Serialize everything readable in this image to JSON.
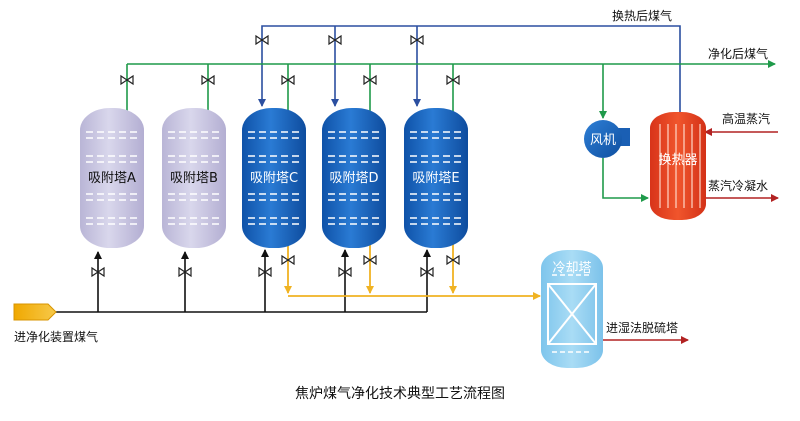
{
  "diagram": {
    "caption": "焦炉煤气净化技术典型工艺流程图",
    "colors": {
      "green": "#1f9a4a",
      "blue": "#2b4fa0",
      "orange": "#f0b323",
      "red": "#b22222",
      "black": "#111111",
      "tower_light": "#c9c6df",
      "tower_dark": "#1a66c0",
      "cooling_tower": "#8ecff0",
      "heat_exchanger": "#e8401c"
    },
    "towers": [
      {
        "id": "A",
        "label": "吸附塔A",
        "state": "idle"
      },
      {
        "id": "B",
        "label": "吸附塔B",
        "state": "idle"
      },
      {
        "id": "C",
        "label": "吸附塔C",
        "state": "active"
      },
      {
        "id": "D",
        "label": "吸附塔D",
        "state": "active"
      },
      {
        "id": "E",
        "label": "吸附塔E",
        "state": "active"
      }
    ],
    "cooling_tower": {
      "label": "冷却塔"
    },
    "fan": {
      "label": "风机"
    },
    "heat_exchanger": {
      "label": "换热器"
    },
    "streams": {
      "inlet_gas": "进净化装置煤气",
      "heated_gas": "换热后煤气",
      "purified_gas": "净化后煤气",
      "hot_steam": "高温蒸汽",
      "steam_condensate": "蒸汽冷凝水",
      "to_desulfurization": "进湿法脱硫塔"
    }
  }
}
